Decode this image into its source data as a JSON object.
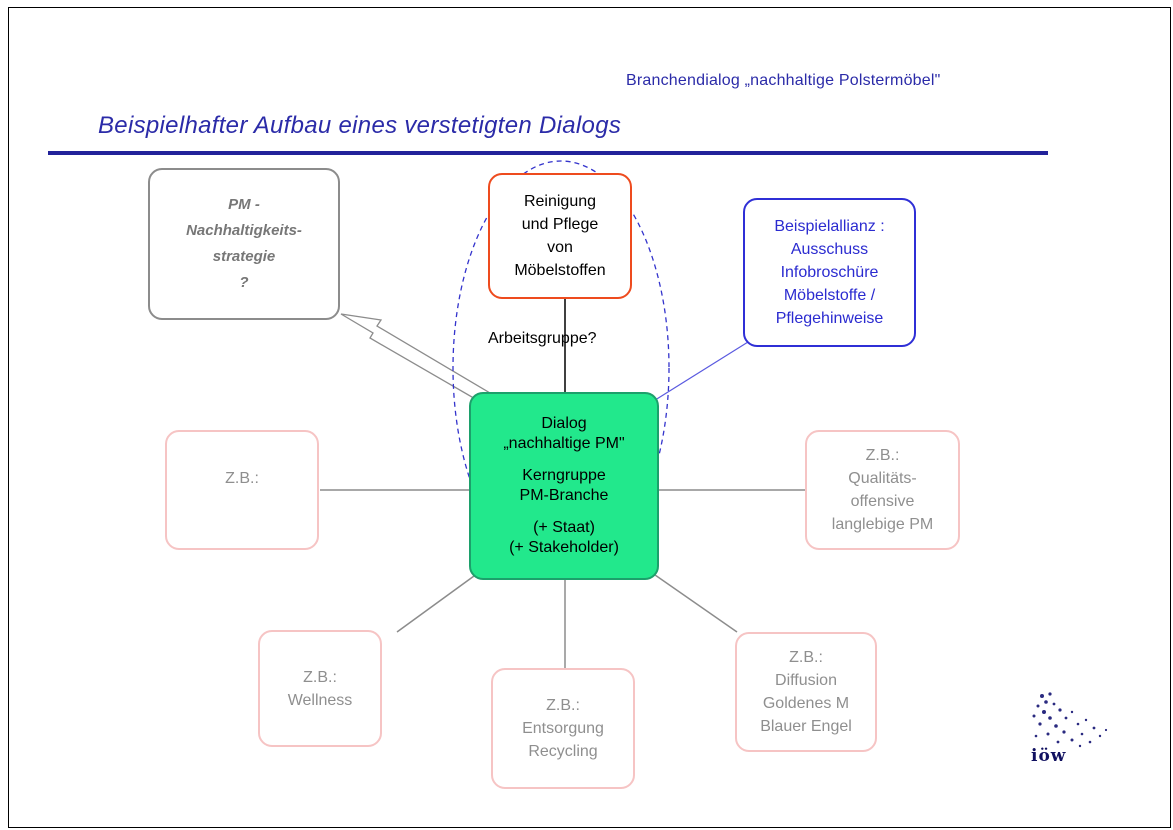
{
  "header": {
    "subtitle": "Branchendialog „nachhaltige Polstermöbel\"",
    "title": "Beispielhafter Aufbau eines verstetigten Dialogs"
  },
  "boxes": {
    "strategy": [
      "PM -",
      "Nachhaltigkeits-",
      "strategie",
      "?"
    ],
    "reinigung": [
      "Reinigung",
      "und Pflege",
      "von",
      "Möbelstoffen"
    ],
    "beispiel": [
      "Beispielallianz :",
      "Ausschuss",
      "Infobroschüre",
      "Möbelstoffe /",
      "Pflegehinweise"
    ],
    "center": {
      "l1": "Dialog",
      "l2": "„nachhaltige PM\"",
      "l3": "Kerngruppe",
      "l4": "PM-Branche",
      "l5": "(+ Staat)",
      "l6": "(+ Stakeholder)"
    },
    "zb_left": [
      "Z.B.:"
    ],
    "quali": [
      "Z.B.:",
      "Qualitäts-",
      "offensive",
      "langlebige PM"
    ],
    "wellness": [
      "Z.B.:",
      "Wellness"
    ],
    "entsorgung": [
      "Z.B.:",
      "Entsorgung",
      "Recycling"
    ],
    "diffusion": [
      "Z.B.:",
      "Diffusion",
      "Goldenes M",
      "Blauer Engel"
    ]
  },
  "labels": {
    "arbeitsgruppe": "Arbeitsgruppe?"
  },
  "logo": {
    "text": "iöw"
  },
  "colors": {
    "title_blue": "#2b2ba8",
    "center_fill": "#22e88c",
    "reinigung_border": "#ee4b1e",
    "beispiel_border": "#2f2fd6",
    "pink_border": "#f6c4c4"
  }
}
